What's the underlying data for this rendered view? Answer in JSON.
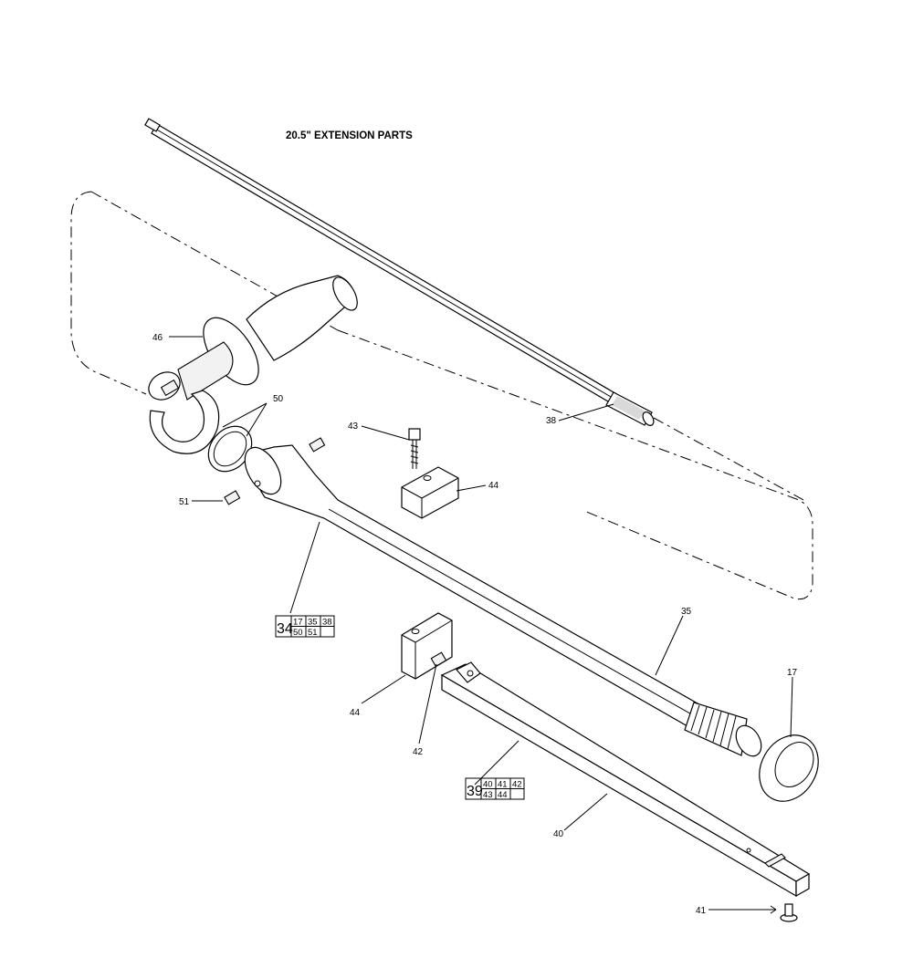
{
  "title": "20.5\" EXTENSION PARTS",
  "callouts": {
    "p17": "17",
    "p35": "35",
    "p38": "38",
    "p40": "40",
    "p41": "41",
    "p42": "42",
    "p43": "43",
    "p44a": "44",
    "p44b": "44",
    "p46": "46",
    "p50": "50",
    "p51": "51"
  },
  "kits": [
    {
      "main": "34",
      "row1": [
        "17",
        "35",
        "38"
      ],
      "row2": [
        "50",
        "51",
        ""
      ]
    },
    {
      "main": "39",
      "row1": [
        "40",
        "41",
        "42"
      ],
      "row2": [
        "43",
        "44",
        ""
      ]
    }
  ]
}
